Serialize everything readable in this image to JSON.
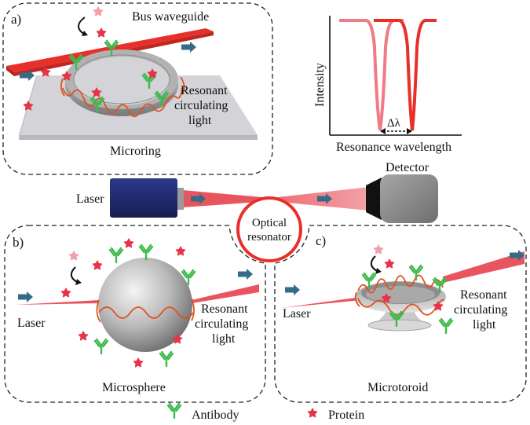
{
  "panel_a": {
    "tag": "a)",
    "bus_waveguide": "Bus waveguide",
    "resonant_1": "Resonant",
    "resonant_2": "circulating",
    "resonant_3": "light",
    "device": "Microring"
  },
  "spectrum": {
    "ylabel": "Intensity",
    "xlabel": "Resonance wavelength",
    "shift": "Δλ"
  },
  "middle": {
    "laser": "Laser",
    "detector": "Detector",
    "resonator_1": "Optical",
    "resonator_2": "resonator"
  },
  "panel_b": {
    "tag": "b)",
    "laser": "Laser",
    "resonant_1": "Resonant",
    "resonant_2": "circulating",
    "resonant_3": "light",
    "device": "Microsphere"
  },
  "panel_c": {
    "tag": "c)",
    "laser": "Laser",
    "resonant_1": "Resonant",
    "resonant_2": "circulating",
    "resonant_3": "light",
    "device": "Microtoroid"
  },
  "legend": {
    "antibody": "Antibody",
    "protein": "Protein"
  },
  "colors": {
    "waveguide_red": "#e8302a",
    "light_pink": "#f07a86",
    "antibody_green": "#3cbb4b",
    "protein_red": "#e8344a",
    "arrow_teal": "#356b87",
    "laser_body": "#1e2a6e",
    "detector_body": "#8a8a8a"
  }
}
